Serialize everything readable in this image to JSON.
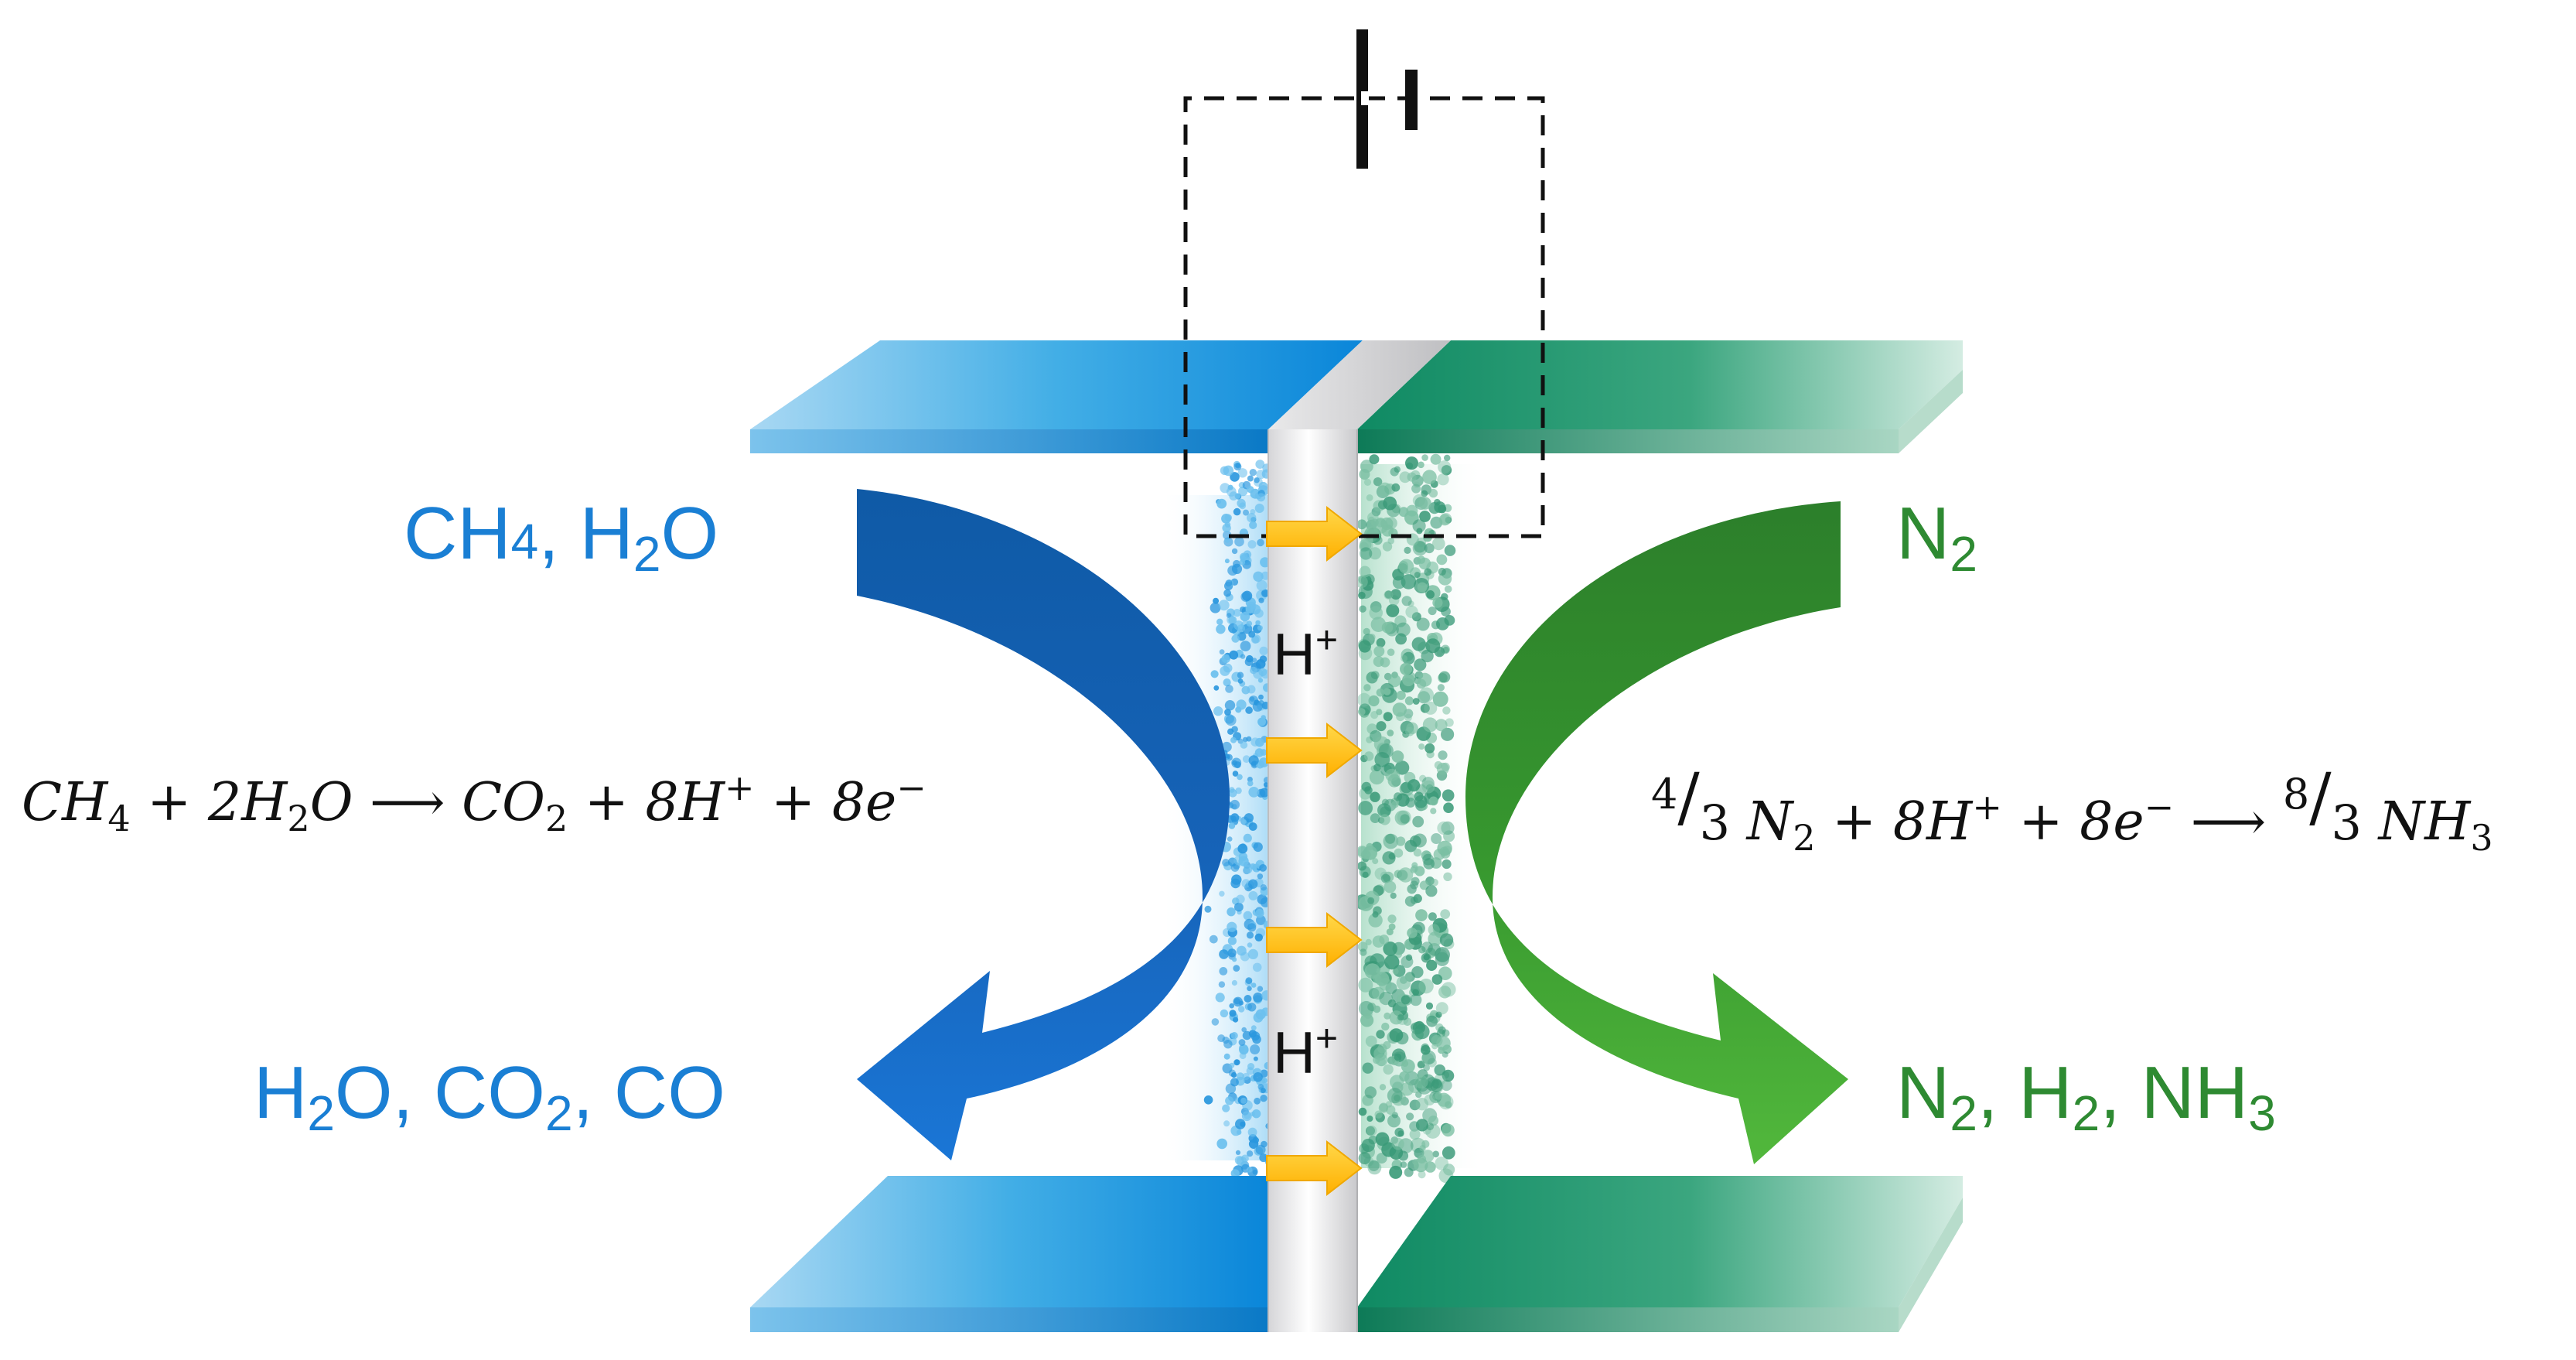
{
  "anode": {
    "inlet_label": {
      "a": "CH",
      "a_sub": "4",
      "b": ", H",
      "b_sub": "2",
      "c": "O"
    },
    "outlet_label": {
      "a": "H",
      "a_sub": "2",
      "b": "O, CO",
      "b_sub": "2",
      "c": ", CO"
    },
    "reaction": {
      "t1": "CH",
      "s1": "4",
      "t2": " + 2H",
      "s2": "2",
      "t3": "O ⟶ CO",
      "s3": "2",
      "t4": " + 8H",
      "p1": "+",
      "t5": " + 8e",
      "p2": "−"
    }
  },
  "cathode": {
    "inlet_label": {
      "a": "N",
      "a_sub": "2"
    },
    "outlet_label": {
      "a": "N",
      "a_sub": "2",
      "b": ", H",
      "b_sub": "2",
      "c": ", NH",
      "c_sub": "3"
    },
    "reaction": {
      "n1": "4",
      "slash1": "/",
      "d1": "3",
      "t1": " N",
      "s1": "2",
      "t2": " + 8H",
      "p1": "+",
      "t3": " + 8e",
      "p2": "−",
      "t4": " ⟶ ",
      "n2": "8",
      "slash2": "/",
      "d2": "3",
      "t5": " NH",
      "s2": "3"
    }
  },
  "membrane": {
    "proton_label_top": {
      "t": "H",
      "p": "+"
    },
    "proton_label_bottom": {
      "t": "H",
      "p": "+"
    }
  },
  "colors": {
    "anode_blue": "#1a7fd4",
    "anode_arrow": "#1565c0",
    "cathode_green": "#2e8a32",
    "cathode_arrow": "#4caf3a",
    "proton_arrow": "#ffc200"
  }
}
